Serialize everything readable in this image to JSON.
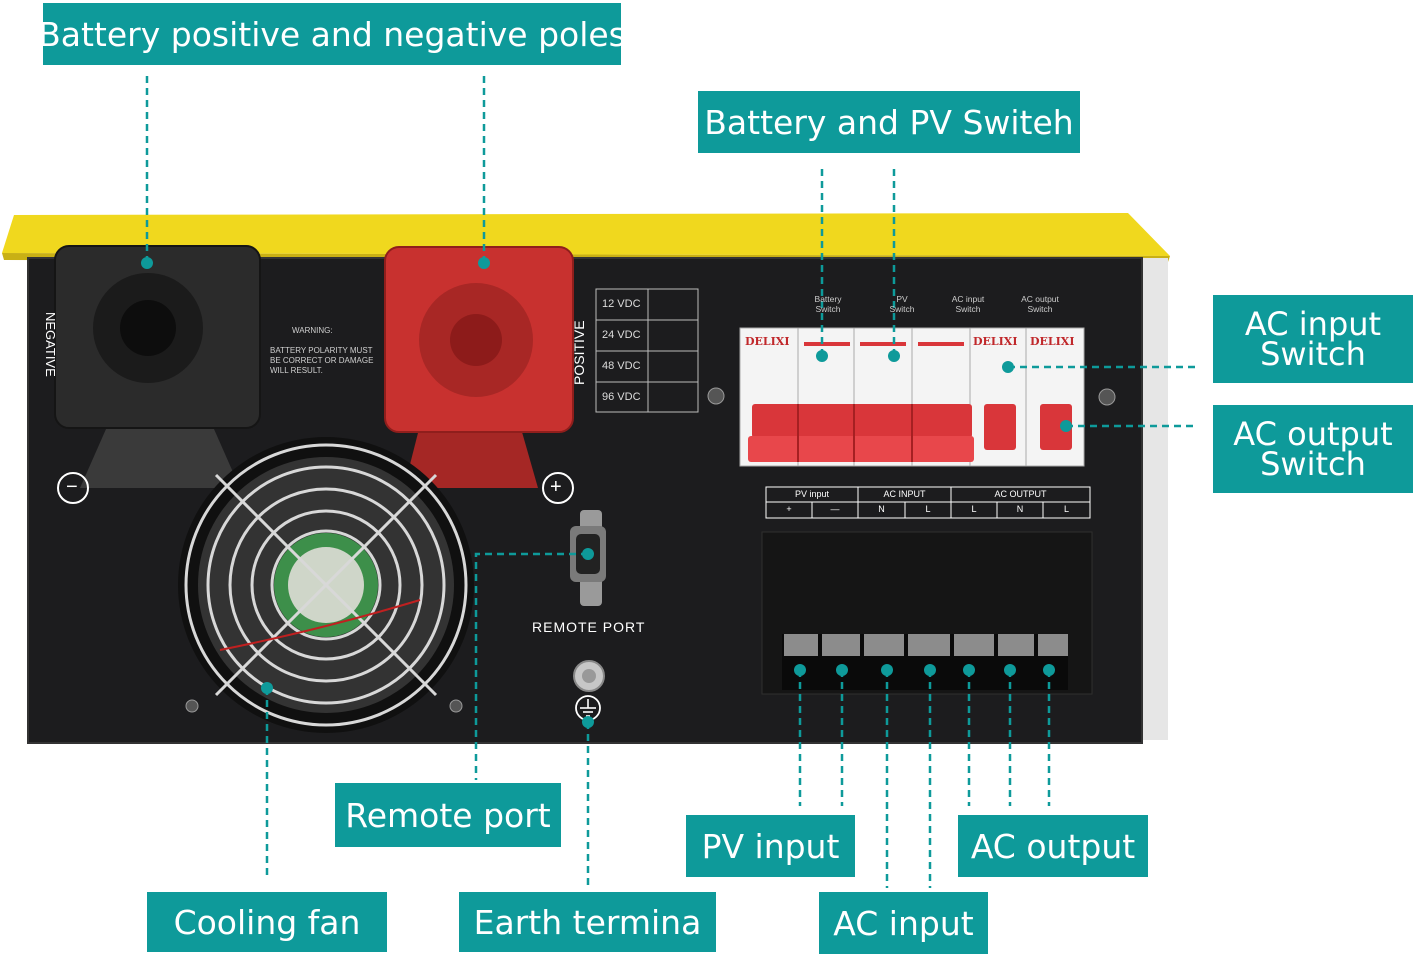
{
  "callouts": {
    "battery_poles": "Battery positive and negative poles",
    "battery_pv_switch": "Battery and PV Switeh",
    "ac_input_switch": [
      "AC input",
      "Switch"
    ],
    "ac_output_switch": [
      "AC output",
      "Switch"
    ],
    "remote_port": "Remote port",
    "cooling_fan": "Cooling fan",
    "earth_terminal": "Earth termina",
    "pv_input": "PV input",
    "ac_input": "AC input",
    "ac_output": "AC output"
  },
  "device": {
    "negative_label": "NEGATIVE",
    "positive_label": "POSITIVE",
    "warning_title": "WARNING:",
    "warning_lines": [
      "BATTERY POLARITY MUST",
      "BE CORRECT OR DAMAGE",
      "WILL RESULT."
    ],
    "voltages": [
      "12 VDC",
      "24 VDC",
      "48 VDC",
      "96 VDC"
    ],
    "remote_port_label": "REMOTE PORT",
    "switch_labels": [
      {
        "l1": "Battery",
        "l2": "Switch"
      },
      {
        "l1": "PV",
        "l2": "Switch"
      },
      {
        "l1": "AC input",
        "l2": "Switch"
      },
      {
        "l1": "AC output",
        "l2": "Switch"
      }
    ],
    "breaker_brand": "DELIXI",
    "terminal_groups": [
      "PV input",
      "AC INPUT",
      "AC OUTPUT"
    ],
    "terminal_marks": [
      "+",
      "—",
      "N",
      "L",
      "L",
      "N",
      "L"
    ],
    "minus_symbol": "−",
    "plus_symbol": "+"
  },
  "colors": {
    "accent": "#0e9a9a",
    "housing_yellow": "#f0d81e",
    "panel": "#1c1c1e",
    "negative_terminal": "#2a2a2a",
    "positive_terminal": "#c8312f",
    "breaker_handle": "#d9363a"
  }
}
